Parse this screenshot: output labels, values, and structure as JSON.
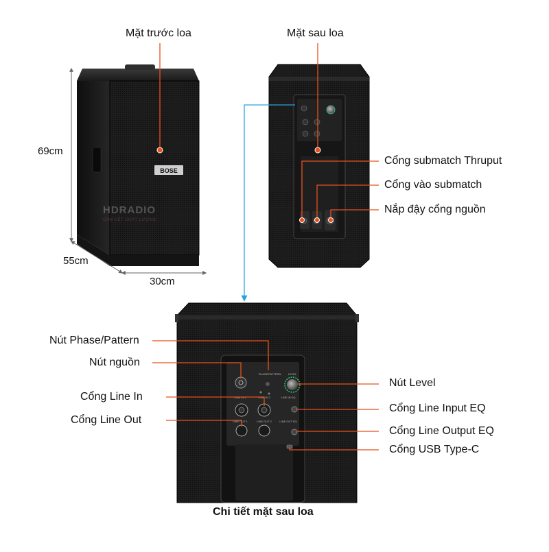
{
  "labels": {
    "front": "Mặt trước loa",
    "back": "Mặt sau loa",
    "thruput": "Cổng submatch Thruput",
    "submatch_in": "Cổng vào submatch",
    "power_cover": "Nắp đậy cổng nguồn",
    "phase": "Nút Phase/Pattern",
    "power": "Nút nguồn",
    "line_in": "Cổng Line In",
    "line_out": "Cổng Line Out",
    "level": "Nút Level",
    "line_in_eq": "Cổng Line Input EQ",
    "line_out_eq": "Cổng Line Output EQ",
    "usb": "Cổng USB Type-C"
  },
  "dimensions": {
    "height": "69cm",
    "depth": "55cm",
    "width": "30cm"
  },
  "caption": "Chi tiết mặt sau loa",
  "watermark": {
    "brand": "HDRADIO",
    "tagline": "CAM KẾT CHẤT LƯỢNG"
  },
  "panel_text": {
    "phase_pattern": "PHASE/PATTERN",
    "level": "LEVEL",
    "line_in_1": "LINE IN 1",
    "line_in_2": "LINE IN 2",
    "line_in_eq": "LINE IN EQ",
    "line_out_1": "LINE OUT 1",
    "line_out_2": "LINE OUT 2",
    "line_out_eq": "LINE OUT EQ",
    "logo": "BOSE"
  },
  "colors": {
    "accent": "#e8501e",
    "arrow": "#29a3e0",
    "cabinet": "#1c1c1c",
    "panel": "#2a2a2a"
  }
}
